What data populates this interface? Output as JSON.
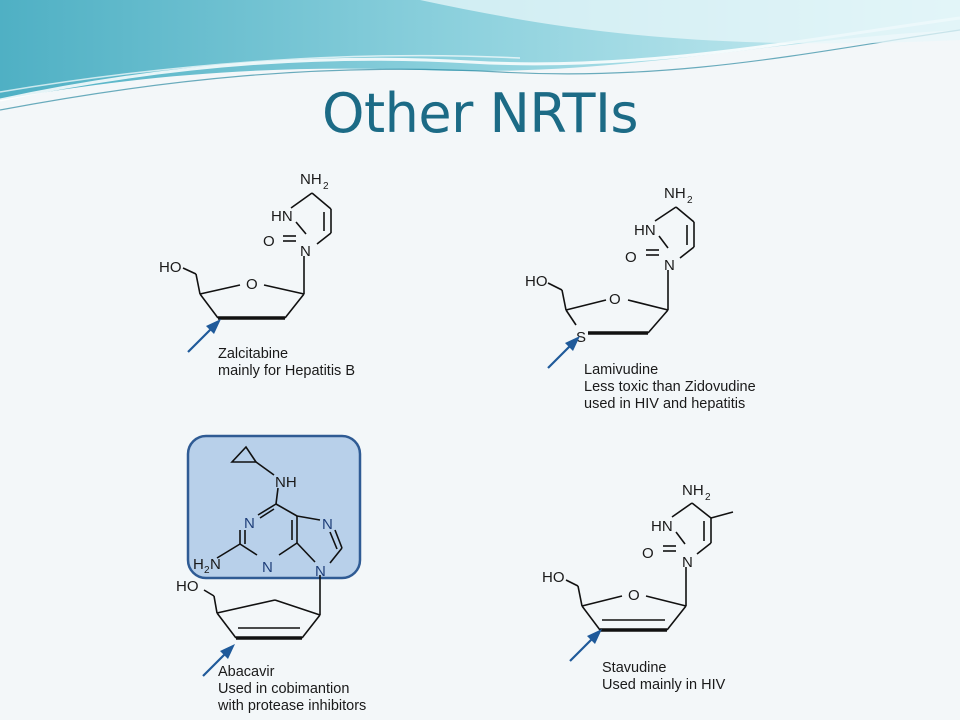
{
  "slide": {
    "title": "Other NRTIs"
  },
  "atom_labels": {
    "nh2_n": "NH",
    "nh2_sub": "2",
    "hn": "HN",
    "o": "O",
    "n": "N",
    "ho": "HO",
    "s": "S",
    "nh": "NH",
    "h2n_h": "H",
    "h2n_sub": "2",
    "h2n_n": "N"
  },
  "compounds": [
    {
      "name": "Zalcitabine",
      "note_lines": [
        "mainly for Hepatitis B"
      ]
    },
    {
      "name": "Lamivudine",
      "note_lines": [
        "Less toxic than Zidovudine",
        "used in HIV and hepatitis"
      ]
    },
    {
      "name": "Abacavir",
      "note_lines": [
        "Used in cobimantion",
        "with protease inhibitors"
      ]
    },
    {
      "name": "Stavudine",
      "note_lines": [
        "Used mainly in HIV"
      ]
    }
  ],
  "colors": {
    "title": "#1c6b86",
    "arrow": "#1f5a9a",
    "highlight_fill": "#b8d0ea",
    "highlight_border": "#2f5b94",
    "wave_teal": "#5fb8c9",
    "wave_light": "#b6e2ea"
  }
}
